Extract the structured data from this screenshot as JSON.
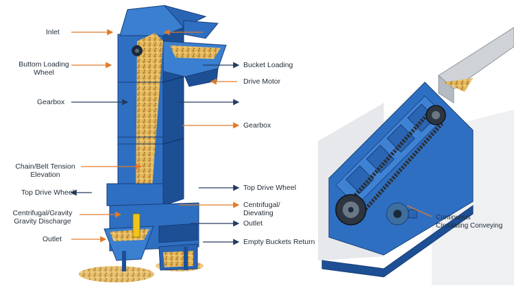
{
  "colors": {
    "steel_blue": "#2f6fc2",
    "steel_dark": "#1d4f95",
    "steel_light": "#4b8ad8",
    "grain": "#d9a94a",
    "arrow_orange": "#e07a2a",
    "arrow_navy": "#243b5e"
  },
  "labels": {
    "inlet": "Inlet",
    "bottom_loading_wheel_1": "Buttom Loading",
    "bottom_loading_wheel_2": "Wheel",
    "gearbox_left": "Gearbox",
    "chain_belt_1": "Chain/Belt Tension",
    "chain_belt_2": "Elevation",
    "top_drive_wheel_left": "Top Drive Wheel",
    "centrifugal_left_1": "Centrifugal/Gravity",
    "centrifugal_left_2": "Gravity Discharge",
    "outlet_left": "Outlet",
    "bucket_loading": "Bucket Loading",
    "drive_motor": "Drive Motor",
    "gearbox_right": "Gearbox",
    "top_drive_wheel_right": "Top Drive Wheel",
    "centrifugal_right_1": "Centrifugal/",
    "centrifugal_right_2": "Dievating",
    "outlet_right": "Outlet",
    "empty_buckets": "Empty Buckets Return",
    "continuous_1": "Continuous",
    "continuous_2": "Circulating Conveying"
  },
  "icons": [
    "bucket-elevator-illustration",
    "incline-chain-conveyor-illustration"
  ]
}
